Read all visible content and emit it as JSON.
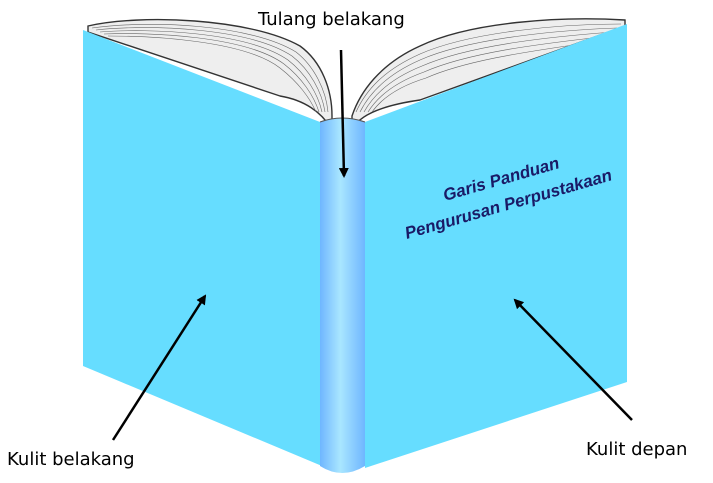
{
  "labels": {
    "spine": "Tulang belakang",
    "back_cover": "Kulit belakang",
    "front_cover": "Kulit depan"
  },
  "cover_title": {
    "line1": "Garis Panduan",
    "line2": "Pengurusan Perpustakaan"
  },
  "colors": {
    "cover": "#66ddff",
    "spine": "#77c6ff",
    "pages": "#eeeeee",
    "arrow": "#000000"
  }
}
